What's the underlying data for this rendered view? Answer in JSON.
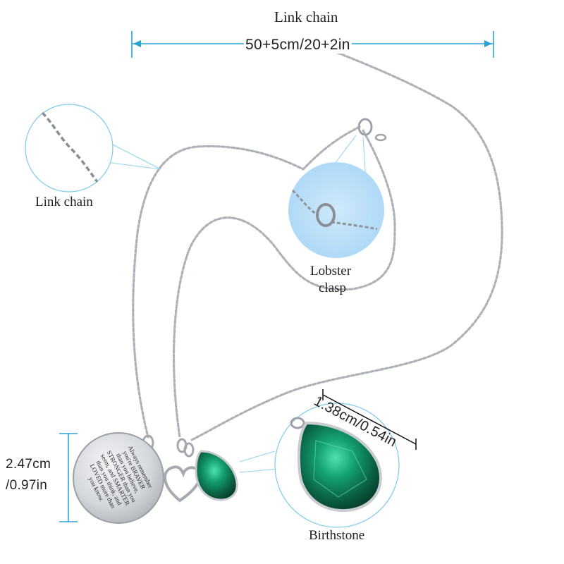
{
  "labels": {
    "top_title": "Link chain",
    "total_length": "50+5cm/20+2in",
    "link_chain": "Link chain",
    "lobster_clasp_line1": "Lobster",
    "lobster_clasp_line2": "clasp",
    "birthstone": "Birthstone",
    "pendant_size": "1.38cm/0.54in",
    "tag_size_line1": "2.47cm",
    "tag_size_line2": "/0.97in"
  },
  "engraving": {
    "lines": [
      "Always remember",
      "you're BRAVER",
      "than you believe,",
      "STRONGER than you",
      "seem, and SMARTER",
      "than you think, and",
      "LOVED more than",
      "you know."
    ]
  },
  "colors": {
    "dimension_line": "#29a3d6",
    "callout_line": "#8fd3ef",
    "emerald": "#0e7a55",
    "silver": "#c9ccd1"
  }
}
